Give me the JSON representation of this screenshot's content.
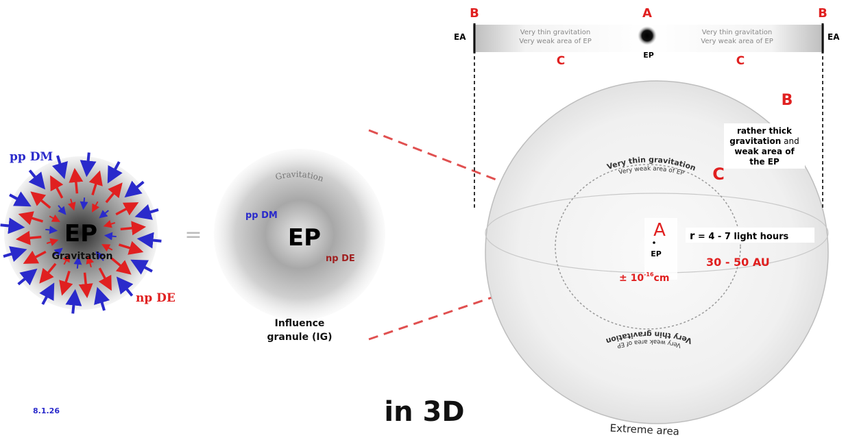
{
  "colors": {
    "red": "#e02020",
    "blue": "#2a2acb",
    "dark": "#111111",
    "grey": "#888888"
  },
  "left": {
    "center_label": "EP",
    "sub_label": "Gravitation",
    "pp_label": "pp DM",
    "np_label": "np DE",
    "equals": "="
  },
  "middle": {
    "arc_label": "Gravitation",
    "center_label": "EP",
    "pp_label": "pp DM",
    "np_label": "np DE",
    "caption_line1": "Influence",
    "caption_line2": "granule (IG)"
  },
  "bar": {
    "left_B": "B",
    "center_A": "A",
    "right_B": "B",
    "left_EA": "EA",
    "right_EA": "EA",
    "left_text_line1": "Very thin gravitation",
    "left_text_line2": "Very weak area of EP",
    "right_text_line1": "Very thin gravitation",
    "right_text_line2": "Very weak area of EP",
    "ep_label": "EP",
    "left_C": "C",
    "right_C": "C"
  },
  "sphere": {
    "B_label": "B",
    "box_line1": "rather thick",
    "box_line2_bold": "gravitation",
    "box_line2_rest": " and",
    "box_line3": "weak area of",
    "box_line4": "the EP",
    "top_arc_line1": "Very thin gravitation",
    "top_arc_line2": "Very weak area of EP",
    "C_label": "C",
    "A_label": "A",
    "ep_label": "EP",
    "size_prefix": "± 10",
    "size_exp": "-16",
    "size_unit": "cm",
    "radius_r": "r",
    "radius_eq": " =  4 - 7 light hours",
    "au_label": "30 - 50  AU",
    "bottom_arc_line1": "Very thin gravitation",
    "bottom_arc_line2": "Very weak area of EP",
    "extreme_label": "Extreme area"
  },
  "footer": {
    "date": "8.1.26",
    "title": "in 3D"
  }
}
